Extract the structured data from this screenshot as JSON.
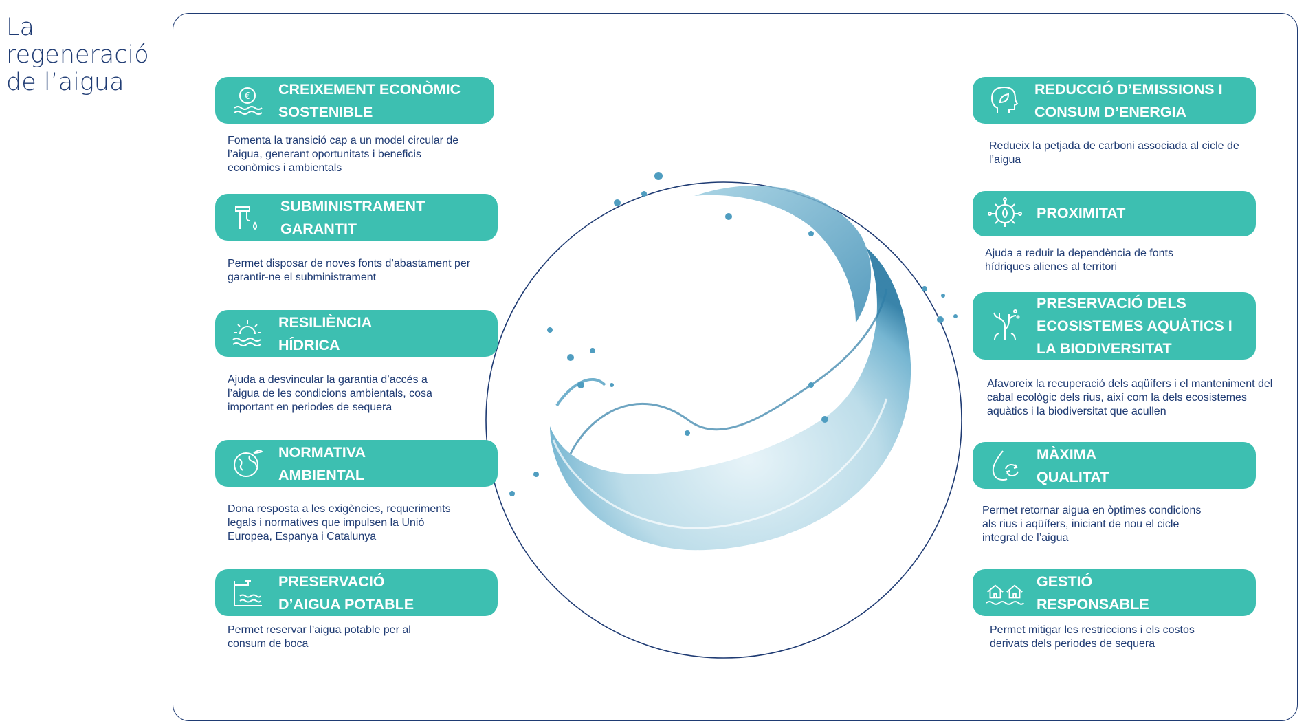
{
  "title": "La regeneració de l’aigua",
  "colors": {
    "accent": "#3dbfb1",
    "text": "#1f3b73",
    "frame": "#1f3b73",
    "water": "#5aa8c8"
  },
  "benefits_left": [
    {
      "icon": "euro-waves-icon",
      "title": "CREIXEMENT ECONÒMIC SOSTENIBLE",
      "description": "Fomenta la transició cap a un model circular de l’aigua, generant oportunitats i beneficis econòmics i ambientals"
    },
    {
      "icon": "tap-icon",
      "title": "SUBMINISTRAMENT GARANTIT",
      "description": "Permet disposar de noves fonts d’abastament per garantir-ne el subministrament"
    },
    {
      "icon": "sun-waves-icon",
      "title": "RESILIÈNCIA HÍDRICA",
      "description": "Ajuda a desvincular la garantia d’accés a l’aigua de les condicions ambientals, cosa important en periodes de sequera"
    },
    {
      "icon": "globe-leaf-icon",
      "title": "NORMATIVA AMBIENTAL",
      "description": "Dona resposta a les exigències, requeriments legals i normatives que impulsen la Unió Europea, Espanya i Catalunya"
    },
    {
      "icon": "pipe-water-icon",
      "title": "PRESERVACIÓ D’AIGUA POTABLE",
      "description": "Permet reservar l’aigua potable per al consum de boca"
    }
  ],
  "benefits_right": [
    {
      "icon": "head-leaf-icon",
      "title": "REDUCCIÓ D’EMISSIONS I CONSUM D’ENERGIA",
      "description": "Redueix la petjada de carboni associada al cicle de l’aigua"
    },
    {
      "icon": "drop-network-icon",
      "title": "PROXIMITAT",
      "description": "Ajuda a reduir la dependència de fonts hídriques alienes al territori"
    },
    {
      "icon": "coral-icon",
      "title": "PRESERVACIÓ DELS ECOSISTEMES AQUÀTICS I LA BIODIVERSITAT",
      "description": "Afavoreix la recuperació dels aqüífers i el manteniment del cabal ecològic dels rius, així com la dels ecosistemes aquàtics i la biodiversitat que acullen"
    },
    {
      "icon": "drop-recycle-icon",
      "title": "MÀXIMA QUALITAT",
      "description": "Permet retornar aigua en òptimes condicions als rius i aqüífers, iniciant de nou el cicle integral de l’aigua"
    },
    {
      "icon": "houses-water-icon",
      "title": "GESTIÓ RESPONSABLE",
      "description": "Permet mitigar les restriccions i els costos derivats dels periodes de sequera"
    }
  ]
}
